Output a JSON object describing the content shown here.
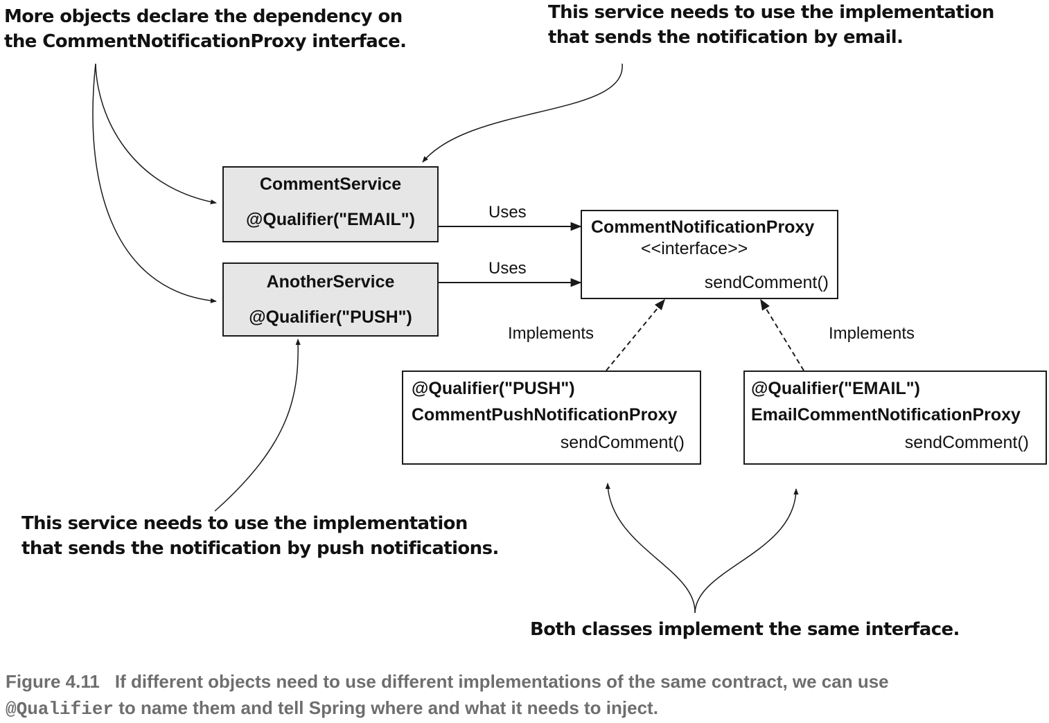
{
  "callouts": {
    "top_left": [
      "More objects declare the dependency on",
      "the CommentNotificationProxy interface."
    ],
    "top_right": [
      "This service needs to use the implementation",
      "that sends the notification by email."
    ],
    "bottom_left": [
      "This service needs to use the implementation",
      "that sends the notification by push notifications."
    ],
    "bottom_right": "Both classes implement the same interface."
  },
  "boxes": {
    "comment_service": {
      "name": "CommentService",
      "qualifier": "@Qualifier(\"EMAIL\")"
    },
    "another_service": {
      "name": "AnotherService",
      "qualifier": "@Qualifier(\"PUSH\")"
    },
    "interface": {
      "name": "CommentNotificationProxy",
      "stereotype": "<<interface>>",
      "method": "sendComment()"
    },
    "push_impl": {
      "qualifier": "@Qualifier(\"PUSH\")",
      "name": "CommentPushNotificationProxy",
      "method": "sendComment()"
    },
    "email_impl": {
      "qualifier": "@Qualifier(\"EMAIL\")",
      "name": "EmailCommentNotificationProxy",
      "method": "sendComment()"
    }
  },
  "edge_labels": {
    "uses_1": "Uses",
    "uses_2": "Uses",
    "implements_left": "Implements",
    "implements_right": "Implements"
  },
  "caption": {
    "number": "Figure 4.11",
    "text_1": "If different objects need to use different implementations of the same contract, we can use",
    "code": "@Qualifier",
    "text_2": " to name them and tell Spring where and what it needs to inject."
  }
}
